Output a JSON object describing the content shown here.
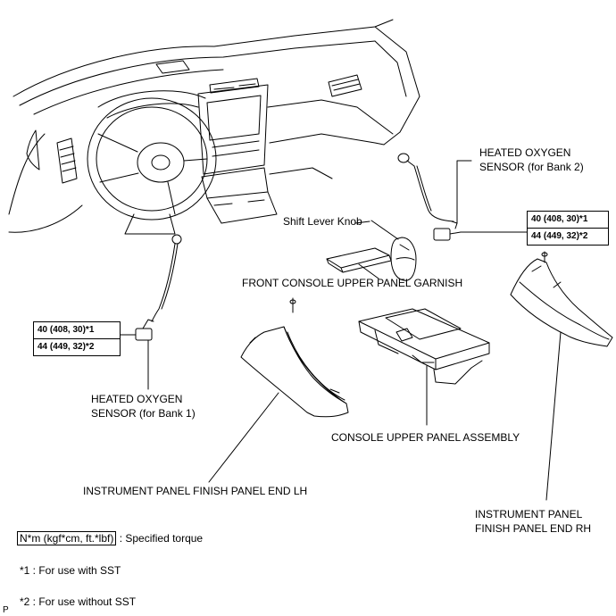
{
  "labels": {
    "heated_o2_bank2_l1": "HEATED OXYGEN",
    "heated_o2_bank2_l2": "SENSOR (for Bank 2)",
    "shift_lever_knob": "Shift Lever Knob",
    "front_console_garnish": "FRONT CONSOLE UPPER PANEL GARNISH",
    "heated_o2_bank1_l1": "HEATED OXYGEN",
    "heated_o2_bank1_l2": "SENSOR (for Bank 1)",
    "console_upper_panel": "CONSOLE UPPER PANEL ASSEMBLY",
    "finish_panel_lh": "INSTRUMENT PANEL FINISH PANEL END LH",
    "finish_panel_rh_l1": "INSTRUMENT PANEL",
    "finish_panel_rh_l2": "FINISH PANEL END RH"
  },
  "torque_right": {
    "line1": "40 (408, 30)*1",
    "line2": "44 (449, 32)*2"
  },
  "torque_left": {
    "line1": "40 (408, 30)*1",
    "line2": "44 (449, 32)*2"
  },
  "legend": {
    "unit_box": "N*m (kgf*cm, ft.*lbf)",
    "unit_desc": ": Specified torque",
    "note1": "*1 : For use with SST",
    "note2": "*2 : For use without SST",
    "corner_mark": "P"
  }
}
